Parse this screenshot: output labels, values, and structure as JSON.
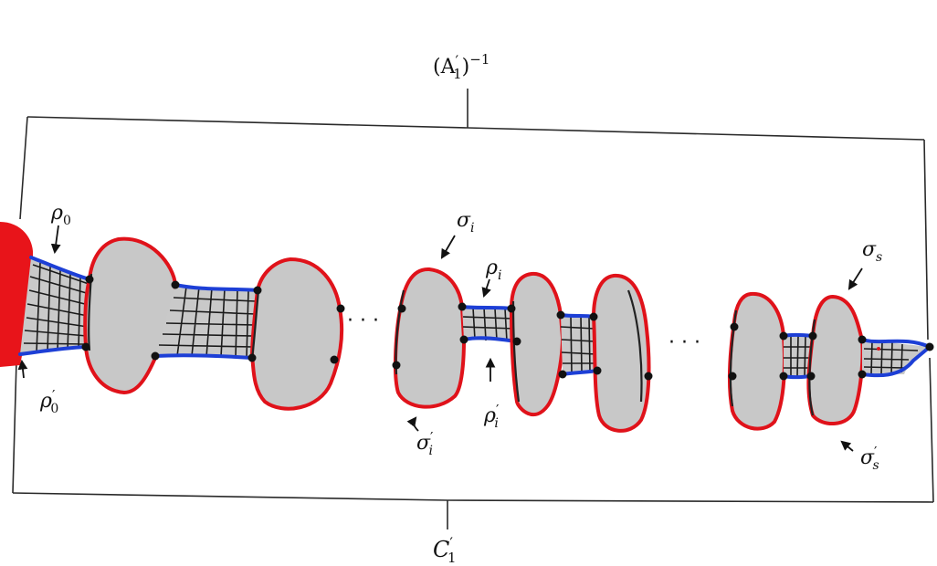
{
  "labels": {
    "top": "(A",
    "top_prime": "′",
    "top_sub": "1",
    "top_close": ")",
    "top_sup": "−1",
    "bottom": "C",
    "bottom_prime": "′",
    "bottom_sub": "1",
    "rho": "ρ",
    "sigma": "σ",
    "prime": "′",
    "sub_0": "0",
    "sub_i": "i",
    "sub_s": "s",
    "ellipsis": "· · ·"
  },
  "colors": {
    "boundary": "#e0121a",
    "band_edge": "#1d3fd6",
    "fill": "#c8c8c8",
    "start_region": "#e8141a"
  }
}
